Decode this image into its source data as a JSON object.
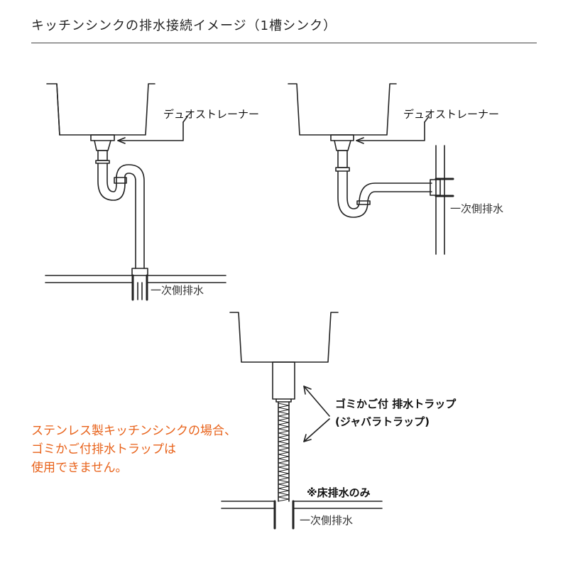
{
  "title": "キッチンシンクの排水接続イメージ（1槽シンク）",
  "labels": {
    "strainer_left": "デュオストレーナー",
    "strainer_right": "デュオストレーナー",
    "drain_left": "一次側排水",
    "drain_right": "一次側排水",
    "trap_line1": "ゴミかご付 排水トラップ",
    "trap_line2": "(ジャバラトラップ)",
    "floor_only": "※床排水のみ",
    "drain_bottom": "一次側排水"
  },
  "warning": "ステンレス製キッチンシンクの場合、\nゴミかご付排水トラップは\n使用できません。",
  "colors": {
    "warning": "#e8621a",
    "line": "#222222"
  }
}
